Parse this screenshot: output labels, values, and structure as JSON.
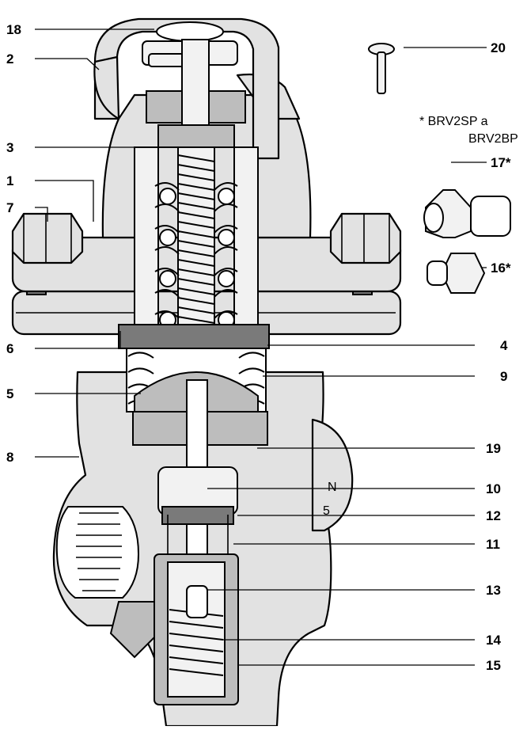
{
  "diagram": {
    "parts": [
      {
        "id": "1",
        "label": "1"
      },
      {
        "id": "2",
        "label": "2"
      },
      {
        "id": "3",
        "label": "3"
      },
      {
        "id": "4",
        "label": "4"
      },
      {
        "id": "5",
        "label": "5"
      },
      {
        "id": "6",
        "label": "6"
      },
      {
        "id": "7",
        "label": "7"
      },
      {
        "id": "8",
        "label": "8"
      },
      {
        "id": "9",
        "label": "9"
      },
      {
        "id": "10",
        "label": "10"
      },
      {
        "id": "11",
        "label": "11"
      },
      {
        "id": "12",
        "label": "12"
      },
      {
        "id": "13",
        "label": "13"
      },
      {
        "id": "14",
        "label": "14"
      },
      {
        "id": "15",
        "label": "15"
      },
      {
        "id": "16",
        "label": "16*"
      },
      {
        "id": "17",
        "label": "17*"
      },
      {
        "id": "18",
        "label": "18"
      },
      {
        "id": "19",
        "label": "19"
      },
      {
        "id": "20",
        "label": "20"
      }
    ],
    "note_line1": "* BRV2SP a",
    "note_line2": "BRV2BP",
    "body_marking_1": "N",
    "body_marking_2": "5"
  }
}
